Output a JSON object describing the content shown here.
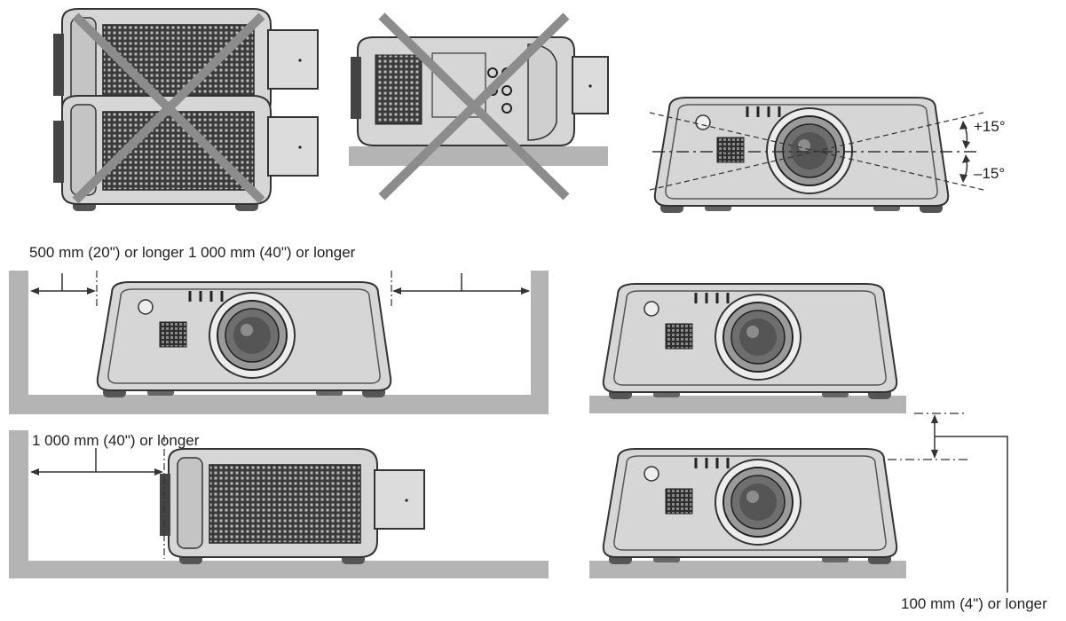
{
  "labels": {
    "plus_angle": "+15°",
    "minus_angle": "–15°",
    "clearance_top": "500 mm (20\") or longer 1 000 mm (40\") or longer",
    "clearance_bottom": "1 000 mm (40\") or longer",
    "stack_gap": "100 mm (4\") or longer"
  },
  "colors": {
    "body": "#d6d6d6",
    "outline": "#333333",
    "floor": "#b4b4b4",
    "cross": "#8c8c8c",
    "grille": "#2e2e2e"
  },
  "icons": [
    "projector-front",
    "projector-side",
    "prohibited-cross",
    "tilt-angle-lines",
    "dimension-arrow"
  ]
}
